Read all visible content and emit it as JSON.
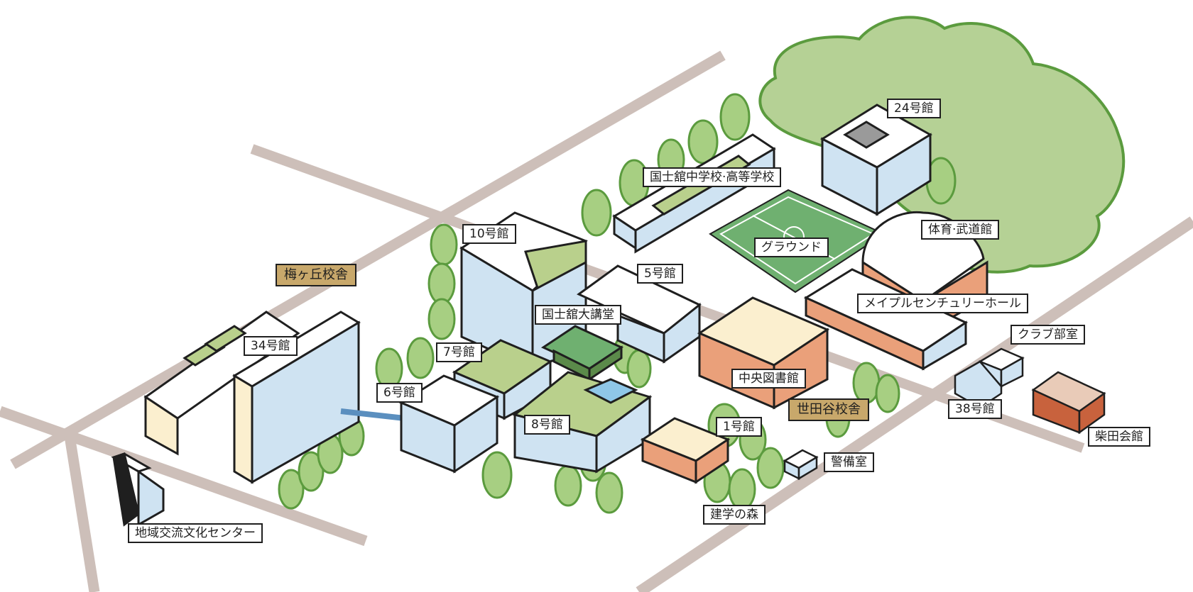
{
  "colors": {
    "road": "#cdbfb9",
    "forest": "#b5d195",
    "forest_edge": "#5b9b3e",
    "tree": "#a7cf82",
    "building_white": "#ffffff",
    "window": "#cfe3f2",
    "roof_green": "#b9d08c",
    "brick": "#eaa07a",
    "cream": "#fbefcf",
    "field": "#6fb070",
    "campus_label_bg": "#c8a86b",
    "outline": "#1f1f1f"
  },
  "campus_labels": {
    "umegaoka": "梅ヶ丘校舎",
    "setagaya": "世田谷校舎"
  },
  "buildings": {
    "b24": "24号館",
    "school": "国士舘中学校·高等学校",
    "ground": "グラウンド",
    "gym": "体育·武道館",
    "b10": "10号館",
    "b5": "5号館",
    "maple": "メイプルセンチュリーホール",
    "auditorium": "国士舘大講堂",
    "b34": "34号館",
    "club": "クラブ部室",
    "b7": "7号館",
    "library": "中央図書館",
    "b6": "6号館",
    "b38": "38号館",
    "b8": "8号館",
    "b1": "1号館",
    "shibata": "柴田会館",
    "guard": "警備室",
    "forest": "建学の森",
    "center": "地域交流文化センター"
  }
}
